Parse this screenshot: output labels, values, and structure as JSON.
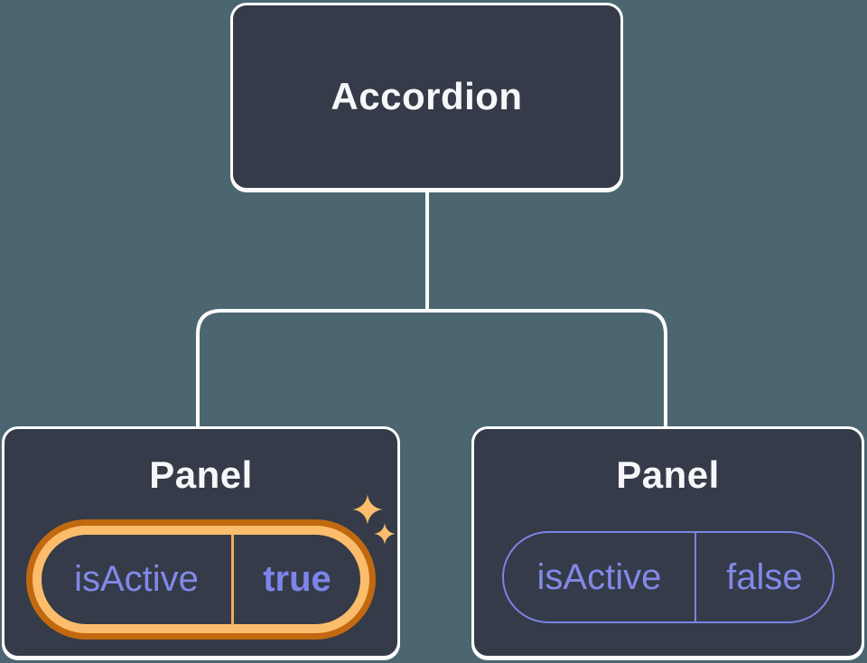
{
  "diagram": {
    "kind": "component-tree",
    "colors": {
      "background": "#4c6671",
      "node_fill": "#353b48",
      "node_border": "#ffffff",
      "title_text": "#f6f7f9",
      "prop_purple": "#8289e8",
      "pill_border_purple": "#7c84e0",
      "highlight_orange_dark": "#c2690f",
      "highlight_orange_light": "#fbbd6b",
      "sparkle": "#fbbd6b"
    },
    "tree": {
      "root": {
        "label": "Accordion"
      },
      "children": [
        {
          "label": "Panel",
          "prop_name": "isActive",
          "prop_value": "true",
          "highlighted": true,
          "icons": [
            "sparkle-icon-large",
            "sparkle-icon-small"
          ]
        },
        {
          "label": "Panel",
          "prop_name": "isActive",
          "prop_value": "false",
          "highlighted": false,
          "icons": []
        }
      ]
    }
  }
}
